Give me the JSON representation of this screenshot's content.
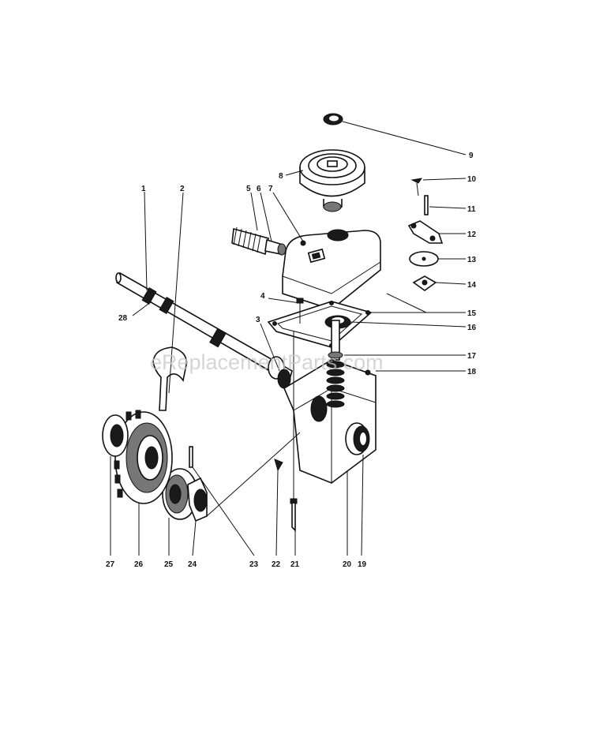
{
  "watermark": "eReplacementParts.com",
  "callouts": [
    {
      "id": "1",
      "label": "1"
    },
    {
      "id": "2",
      "label": "2"
    },
    {
      "id": "3",
      "label": "3"
    },
    {
      "id": "4",
      "label": "4"
    },
    {
      "id": "5",
      "label": "5"
    },
    {
      "id": "6",
      "label": "6"
    },
    {
      "id": "7",
      "label": "7"
    },
    {
      "id": "8",
      "label": "8"
    },
    {
      "id": "9",
      "label": "9"
    },
    {
      "id": "10",
      "label": "10"
    },
    {
      "id": "11",
      "label": "11"
    },
    {
      "id": "12",
      "label": "12"
    },
    {
      "id": "13",
      "label": "13"
    },
    {
      "id": "14",
      "label": "14"
    },
    {
      "id": "15",
      "label": "15"
    },
    {
      "id": "16",
      "label": "16"
    },
    {
      "id": "17",
      "label": "17"
    },
    {
      "id": "18",
      "label": "18"
    },
    {
      "id": "19",
      "label": "19"
    },
    {
      "id": "20",
      "label": "20"
    },
    {
      "id": "21",
      "label": "21"
    },
    {
      "id": "22",
      "label": "22"
    },
    {
      "id": "23",
      "label": "23"
    },
    {
      "id": "24",
      "label": "24"
    },
    {
      "id": "25",
      "label": "25"
    },
    {
      "id": "26",
      "label": "26"
    },
    {
      "id": "27",
      "label": "27"
    },
    {
      "id": "28",
      "label": "28"
    }
  ]
}
